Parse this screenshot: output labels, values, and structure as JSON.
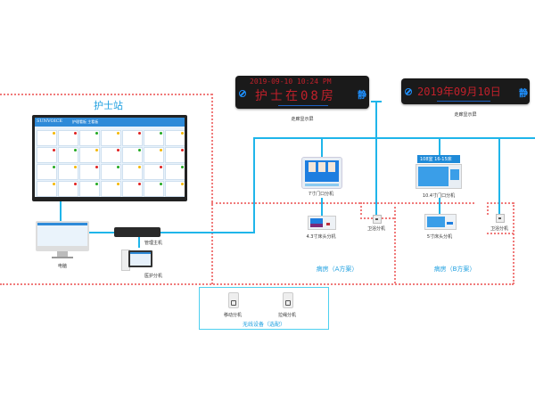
{
  "nurse_station": {
    "title": "护士站"
  },
  "led_displays": [
    {
      "label": "走廊显示屏",
      "line1": "2019-09-10   10:24 PM",
      "line2": "护士在08房",
      "quiet_icon": "静"
    },
    {
      "label": "走廊显示屏",
      "line1": "2019年09月10日",
      "quiet_icon": "静"
    }
  ],
  "devices": {
    "pc": "电脑",
    "host": "管理主机",
    "nurse_extension": "医护分机",
    "door_7inch": "7寸门口分机",
    "door_10inch": "10.4寸门口分机",
    "bedside_43": "4.3寸床头分机",
    "bedside_5": "5寸床头分机",
    "bathroom_a": "卫浴分机",
    "bathroom_b": "卫浴分机",
    "mobile_ext": "移动分机",
    "pull_ext": "拉绳分机"
  },
  "door_10inch_screen": "108室  16-15床",
  "zones": {
    "ward_a": "病房（A方案）",
    "ward_b": "病房（B方案）",
    "wireless": "无线设备（选配）"
  },
  "monitor": {
    "brand": "SUNVOICE",
    "header_title": "护理看板 主看板"
  },
  "colors": {
    "line": "#1fb5ea",
    "zone_border": "#f07a7a",
    "wireless_border": "#4dd0f0",
    "label_blue": "#1fa0e0",
    "led_red": "#c0202a"
  },
  "icons": [
    "no-smoking-icon",
    "quiet-icon"
  ]
}
